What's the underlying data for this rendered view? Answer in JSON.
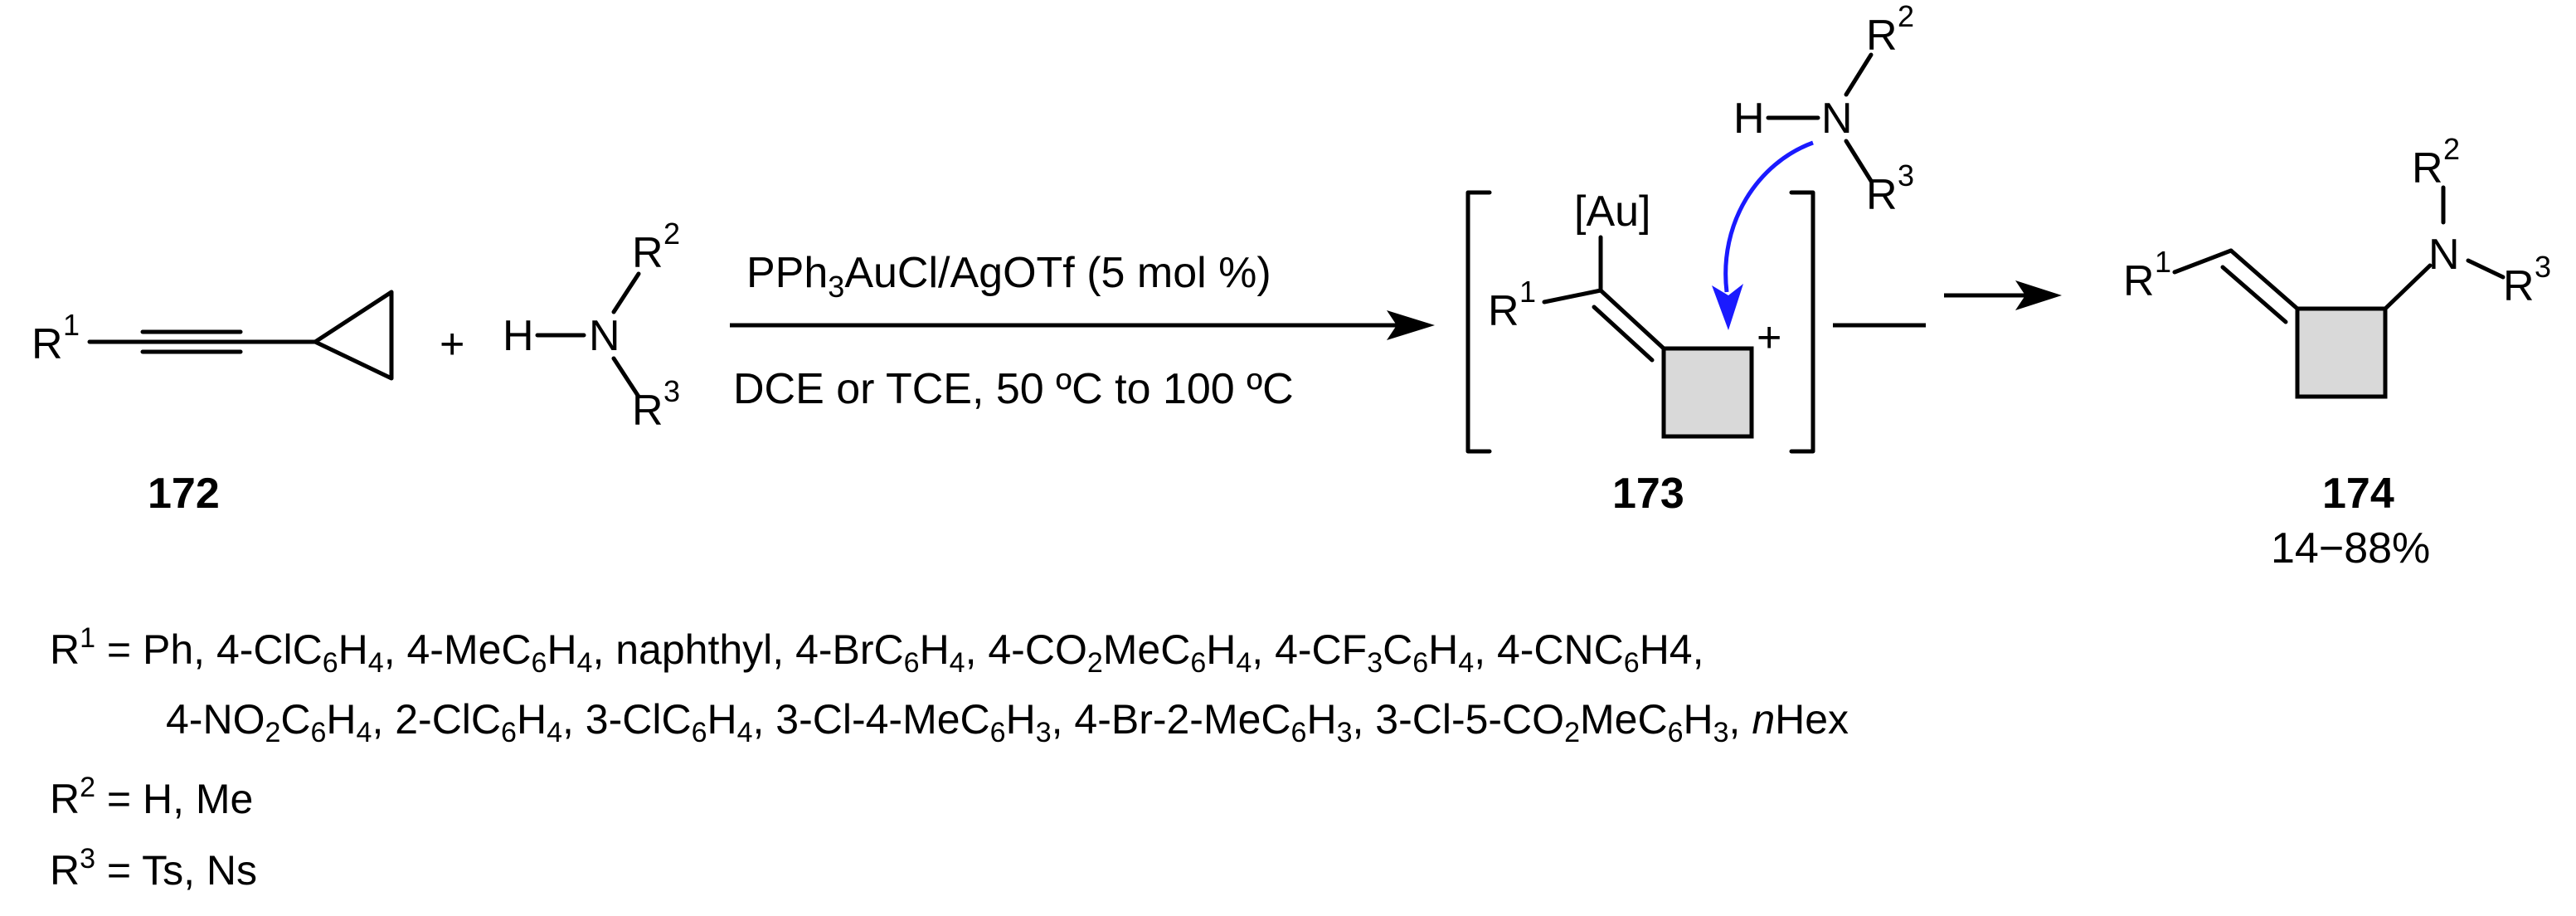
{
  "reactant_alkyne": {
    "r": "R",
    "sup": "1",
    "label": "172"
  },
  "amine": {
    "h": "H",
    "n": "N",
    "r2": "R",
    "r2sup": "2",
    "r3": "R",
    "r3sup": "3"
  },
  "plus_sign": "+",
  "conditions": {
    "top_pre": "PPh",
    "top_sub": "3",
    "top_post": "AuCl/AgOTf (5 mol %)",
    "bottom": "DCE or TCE, 50 ºC to 100 ºC"
  },
  "intermediate": {
    "metal": "[Au]",
    "r": "R",
    "sup": "1",
    "charge": "+",
    "label": "173"
  },
  "attacking_amine": {
    "h": "H",
    "n": "N",
    "r2": "R",
    "r2sup": "2",
    "r3": "R",
    "r3sup": "3"
  },
  "product": {
    "r1": "R",
    "r1sup": "1",
    "n": "N",
    "r2": "R",
    "r2sup": "2",
    "r3": "R",
    "r3sup": "3",
    "label": "174",
    "yield": "14−88%"
  },
  "definitions": {
    "r1_line1": [
      "R",
      "1",
      " = Ph, 4-ClC",
      "6",
      "H",
      "4",
      ", 4-MeC",
      "6",
      "H",
      "4",
      ", naphthyl, 4-BrC",
      "6",
      "H",
      "4",
      ", 4-CO",
      "2",
      "MeC",
      "6",
      "H",
      "4",
      ", 4-CF",
      "3",
      "C",
      "6",
      "H",
      "4",
      ", 4-CNC",
      "6",
      "H",
      "4",
      ","
    ],
    "r1_line2": [
      "4-NO",
      "2",
      "C",
      "6",
      "H",
      "4",
      ", 2-ClC",
      "6",
      "H",
      "4",
      ", 3-ClC",
      "6",
      "H",
      "4",
      ", 3-Cl-4-MeC",
      "6",
      "H",
      "3",
      ", 4-Br-2-MeC",
      "6",
      "H",
      "3",
      ", 3-Cl-5-CO",
      "2",
      "MeC",
      "6",
      "H",
      "3",
      ", ",
      "n",
      "Hex"
    ],
    "r2": [
      "R",
      "2",
      " = H, Me"
    ],
    "r3": [
      "R",
      "3",
      " = Ts, Ns"
    ]
  },
  "colors": {
    "text": "#000000",
    "ring_fill": "#d9d9d9",
    "curved_arrow": "#1a1aff"
  }
}
